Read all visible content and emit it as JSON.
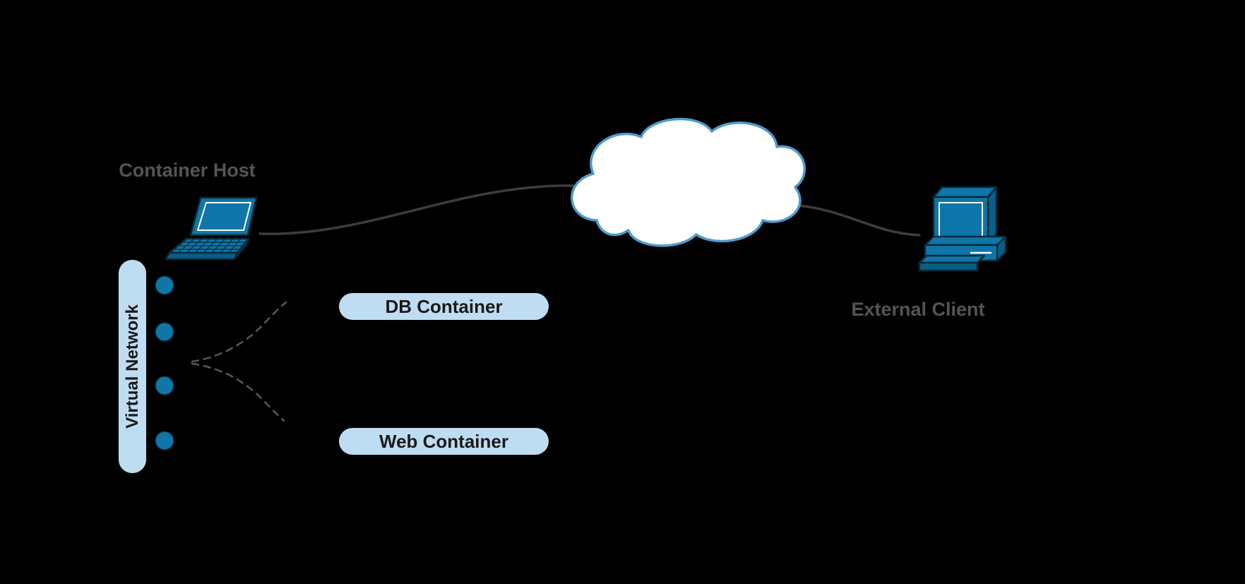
{
  "nodes": {
    "container_host": {
      "label": "Container Host"
    },
    "external_client": {
      "label": "External Client"
    },
    "virtual_network": {
      "label": "Virtual Network"
    },
    "db_container": {
      "label": "DB Container"
    },
    "web_container": {
      "label": "Web Container"
    }
  },
  "icons": {
    "container_host": "laptop-icon",
    "external_client": "desktop-computer-icon",
    "network_cloud": "cloud-icon",
    "virtual_network_ports": "port-dot-icon"
  },
  "colors": {
    "background": "#000000",
    "icon_blue": "#0e76a8",
    "icon_outline": "#0a2a3a",
    "pill_fill": "#bfddf2",
    "pill_text": "#1a1a1a",
    "cloud_fill": "#ffffff",
    "cloud_stroke": "#4e9bcd",
    "connector": "#3d3d3d",
    "dashed_connector": "#555555",
    "node_label_gray": "#545454"
  }
}
